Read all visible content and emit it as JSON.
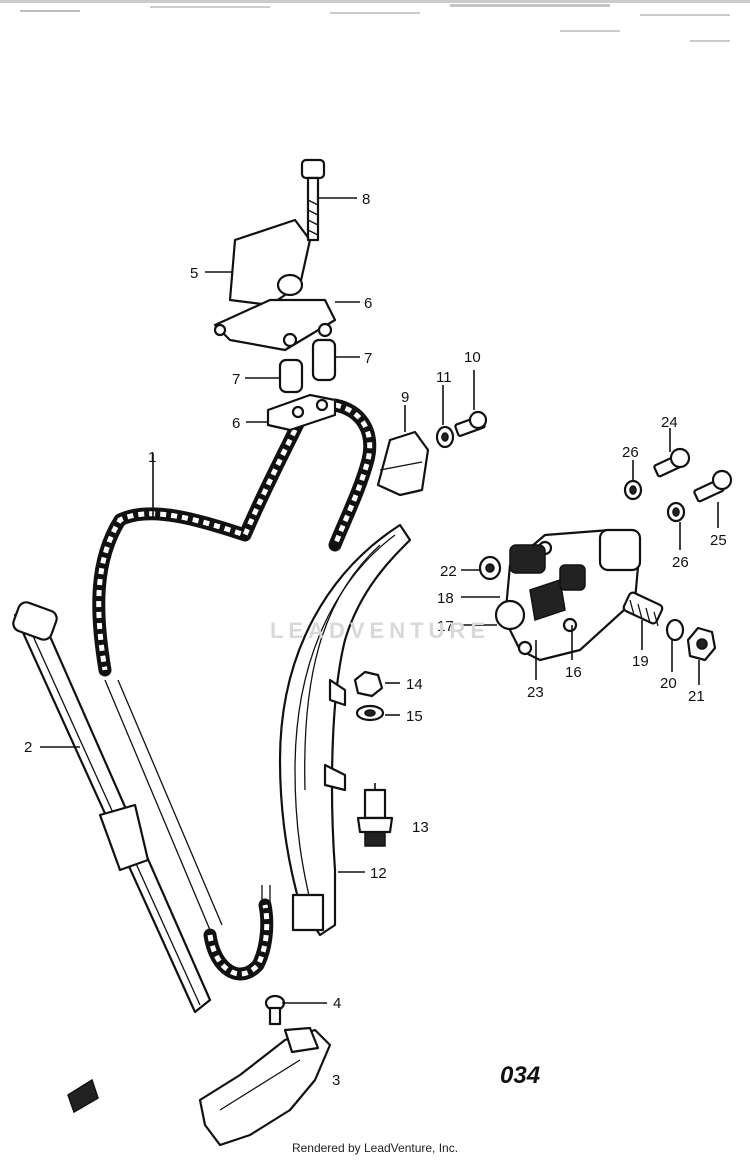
{
  "diagram": {
    "code": "034",
    "watermark": "LEADVENTURE",
    "footer": "Rendered by LeadVenture, Inc.",
    "callouts": [
      "1",
      "2",
      "3",
      "4",
      "5",
      "6",
      "6",
      "7",
      "7",
      "8",
      "9",
      "10",
      "11",
      "12",
      "13",
      "14",
      "15",
      "16",
      "17",
      "18",
      "19",
      "20",
      "21",
      "22",
      "23",
      "24",
      "25",
      "26",
      "26"
    ]
  }
}
